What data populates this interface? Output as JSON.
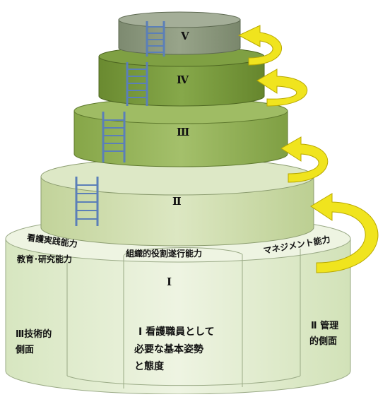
{
  "tiers": {
    "t5": "Ⅴ",
    "t4": "Ⅳ",
    "t3": "Ⅲ",
    "t2": "Ⅱ",
    "t1": "Ⅰ"
  },
  "base_labels": {
    "arc_left_top": "看護実践能力",
    "arc_left_bottom": "教育･研究能力",
    "arc_center": "組織的役割遂行能力",
    "arc_right": "マネジメント能力"
  },
  "pillars": {
    "left_line1": "Ⅲ技術的",
    "left_line2": "側面",
    "center_line1": "Ⅰ 看護職員として",
    "center_line2": "必要な基本姿勢",
    "center_line3": "と態度",
    "right_line1": "Ⅱ 管理",
    "right_line2": "的側面"
  },
  "colors": {
    "tier5": "#8c9a80",
    "tier4": "#7a9a3e",
    "tier3": "#94b35a",
    "tier2": "#cfdcb0",
    "base": "#e6efd6",
    "ladder": "#5b7fb8",
    "arrow": "#f0e41e"
  }
}
